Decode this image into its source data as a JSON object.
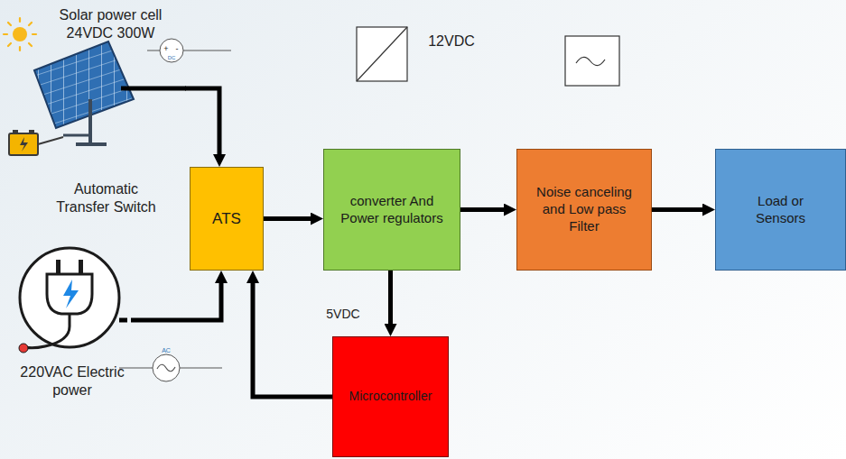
{
  "diagram": {
    "nodes": [
      {
        "text": [
          "Solar power cell 24VDC 300W"
        ]
      },
      {
        "text": [
          "220VAC Electric power"
        ]
      },
      {
        "text": [
          "ATS"
        ]
      },
      {
        "text": [
          "converter And Power regulators"
        ]
      },
      {
        "text": [
          "Noise canceling and Low pass Filter"
        ]
      },
      {
        "text": [
          "Load or Sensors"
        ]
      },
      {
        "text": [
          "Microcontroller"
        ]
      }
    ],
    "edges": [
      {
        "from": 0,
        "to": 2,
        "arrow": "to"
      },
      {
        "from": 1,
        "to": 2,
        "arrow": "to"
      },
      {
        "from": 2,
        "to": 3,
        "arrow": "to"
      },
      {
        "from": 3,
        "to": 4,
        "arrow": "to"
      },
      {
        "from": 4,
        "to": 5,
        "arrow": "to"
      },
      {
        "from": 3,
        "to": 6,
        "arrow": "to"
      },
      {
        "from": 6,
        "to": 2,
        "arrow": "to"
      }
    ],
    "labels": [
      "Automatic Transfer Switch",
      "12VDC",
      "5VDC",
      "DC",
      "+",
      "-",
      "AC"
    ]
  }
}
